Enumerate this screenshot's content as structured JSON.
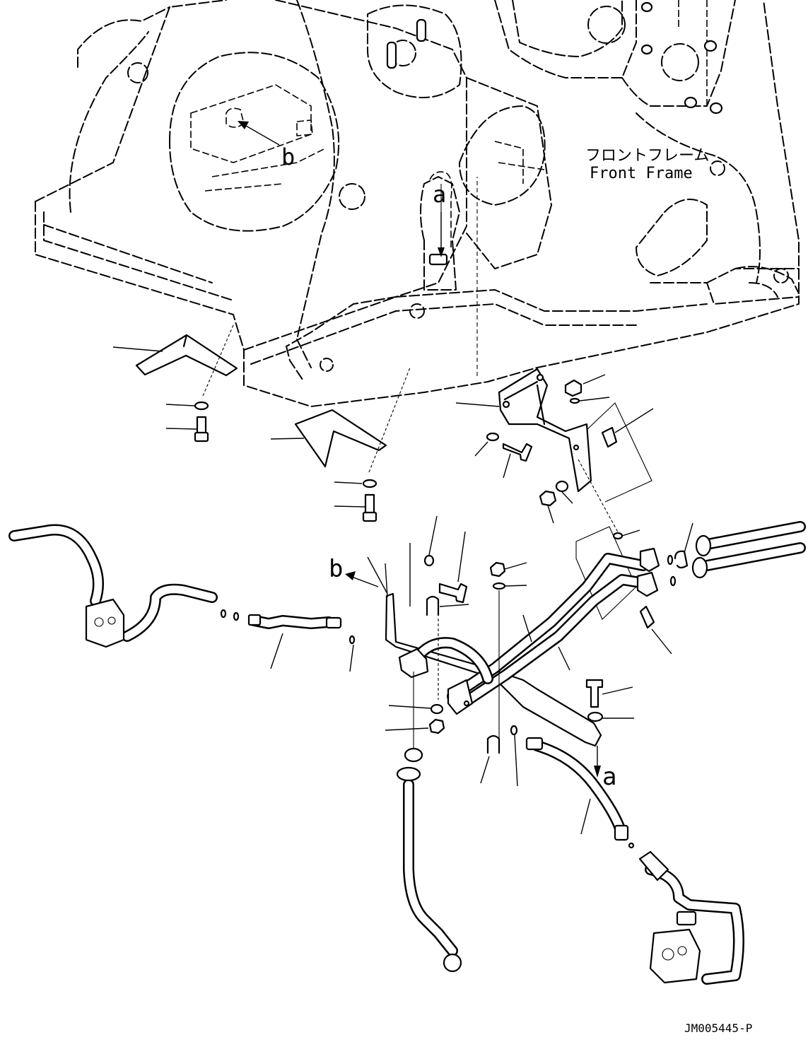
{
  "diagram": {
    "frame_label_jp": "フロントフレーム",
    "frame_label_en": "Front Frame",
    "view_marks": [
      {
        "id": "a",
        "text": "a"
      },
      {
        "id": "b",
        "text": "b"
      }
    ],
    "drawing_number": "JM005445-P"
  }
}
